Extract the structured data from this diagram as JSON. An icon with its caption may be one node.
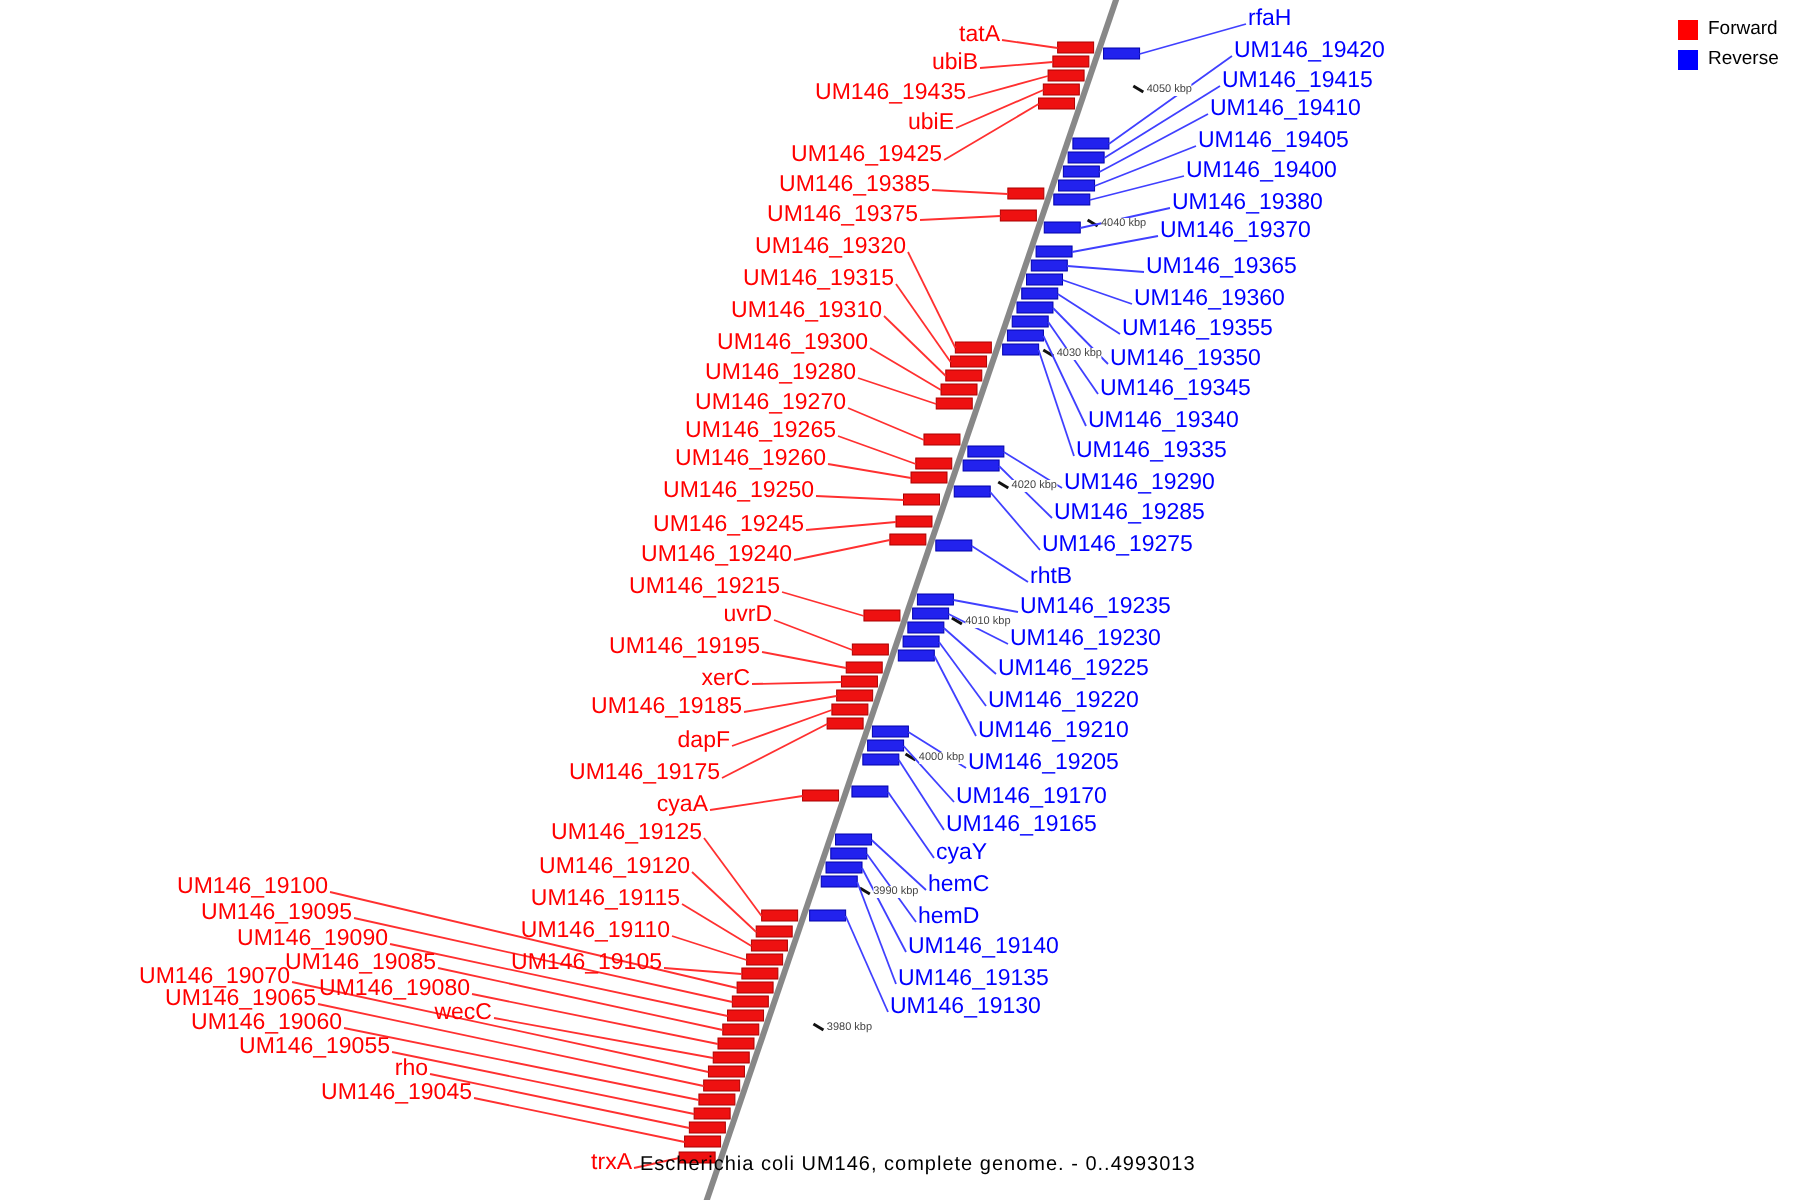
{
  "diagram": {
    "caption": "Escherichia coli UM146, complete genome. - 0..4993013",
    "nodes": [
      {
        "text": [
          "tatA"
        ]
      },
      {
        "text": [
          "ubiB"
        ]
      },
      {
        "text": [
          "UM146_19435"
        ]
      },
      {
        "text": [
          "ubiE"
        ]
      },
      {
        "text": [
          "UM146_19425"
        ]
      },
      {
        "text": [
          "UM146_19385"
        ]
      },
      {
        "text": [
          "UM146_19375"
        ]
      },
      {
        "text": [
          "UM146_19320"
        ]
      },
      {
        "text": [
          "UM146_19315"
        ]
      },
      {
        "text": [
          "UM146_19310"
        ]
      },
      {
        "text": [
          "UM146_19300"
        ]
      },
      {
        "text": [
          "UM146_19280"
        ]
      },
      {
        "text": [
          "UM146_19270"
        ]
      },
      {
        "text": [
          "UM146_19265"
        ]
      },
      {
        "text": [
          "UM146_19260"
        ]
      },
      {
        "text": [
          "UM146_19250"
        ]
      },
      {
        "text": [
          "UM146_19245"
        ]
      },
      {
        "text": [
          "UM146_19240"
        ]
      },
      {
        "text": [
          "UM146_19215"
        ]
      },
      {
        "text": [
          "uvrD"
        ]
      },
      {
        "text": [
          "UM146_19195"
        ]
      },
      {
        "text": [
          "xerC"
        ]
      },
      {
        "text": [
          "UM146_19185"
        ]
      },
      {
        "text": [
          "dapF"
        ]
      },
      {
        "text": [
          "UM146_19175"
        ]
      },
      {
        "text": [
          "cyaA"
        ]
      },
      {
        "text": [
          "UM146_19125"
        ]
      },
      {
        "text": [
          "UM146_19120"
        ]
      },
      {
        "text": [
          "UM146_19115"
        ]
      },
      {
        "text": [
          "UM146_19110"
        ]
      },
      {
        "text": [
          "UM146_19105"
        ]
      },
      {
        "text": [
          "UM146_19100"
        ]
      },
      {
        "text": [
          "UM146_19095"
        ]
      },
      {
        "text": [
          "UM146_19090"
        ]
      },
      {
        "text": [
          "UM146_19085"
        ]
      },
      {
        "text": [
          "UM146_19080"
        ]
      },
      {
        "text": [
          "wecC"
        ]
      },
      {
        "text": [
          "UM146_19070"
        ]
      },
      {
        "text": [
          "UM146_19065"
        ]
      },
      {
        "text": [
          "UM146_19060"
        ]
      },
      {
        "text": [
          "UM146_19055"
        ]
      },
      {
        "text": [
          "rho"
        ]
      },
      {
        "text": [
          "UM146_19045"
        ]
      },
      {
        "text": [
          "trxA"
        ]
      },
      {
        "text": [
          "rfaH"
        ]
      },
      {
        "text": [
          "UM146_19420"
        ]
      },
      {
        "text": [
          "UM146_19415"
        ]
      },
      {
        "text": [
          "UM146_19410"
        ]
      },
      {
        "text": [
          "UM146_19405"
        ]
      },
      {
        "text": [
          "UM146_19400"
        ]
      },
      {
        "text": [
          "UM146_19380"
        ]
      },
      {
        "text": [
          "UM146_19370"
        ]
      },
      {
        "text": [
          "UM146_19365"
        ]
      },
      {
        "text": [
          "UM146_19360"
        ]
      },
      {
        "text": [
          "UM146_19355"
        ]
      },
      {
        "text": [
          "UM146_19350"
        ]
      },
      {
        "text": [
          "UM146_19345"
        ]
      },
      {
        "text": [
          "UM146_19340"
        ]
      },
      {
        "text": [
          "UM146_19335"
        ]
      },
      {
        "text": [
          "UM146_19290"
        ]
      },
      {
        "text": [
          "UM146_19285"
        ]
      },
      {
        "text": [
          "UM146_19275"
        ]
      },
      {
        "text": [
          "rhtB"
        ]
      },
      {
        "text": [
          "UM146_19235"
        ]
      },
      {
        "text": [
          "UM146_19230"
        ]
      },
      {
        "text": [
          "UM146_19225"
        ]
      },
      {
        "text": [
          "UM146_19220"
        ]
      },
      {
        "text": [
          "UM146_19210"
        ]
      },
      {
        "text": [
          "UM146_19205"
        ]
      },
      {
        "text": [
          "UM146_19170"
        ]
      },
      {
        "text": [
          "UM146_19165"
        ]
      },
      {
        "text": [
          "cyaY"
        ]
      },
      {
        "text": [
          "hemC"
        ]
      },
      {
        "text": [
          "hemD"
        ]
      },
      {
        "text": [
          "UM146_19140"
        ]
      },
      {
        "text": [
          "UM146_19135"
        ]
      },
      {
        "text": [
          "UM146_19130"
        ]
      },
      {
        "text": [],
        "shape": "arrow"
      },
      {
        "text": [],
        "shape": "arrow"
      },
      {
        "text": [],
        "shape": "arrow"
      },
      {
        "text": [],
        "shape": "arrow"
      },
      {
        "text": [],
        "shape": "arrow"
      },
      {
        "text": [],
        "shape": "arrow"
      },
      {
        "text": [],
        "shape": "arrow"
      },
      {
        "text": [],
        "shape": "arrow"
      },
      {
        "text": [],
        "shape": "arrow"
      },
      {
        "text": [],
        "shape": "arrow"
      },
      {
        "text": [],
        "shape": "arrow"
      },
      {
        "text": [],
        "shape": "arrow"
      },
      {
        "text": [],
        "shape": "arrow"
      },
      {
        "text": [],
        "shape": "arrow"
      },
      {
        "text": [],
        "shape": "arrow"
      },
      {
        "text": [],
        "shape": "arrow"
      },
      {
        "text": [],
        "shape": "arrow"
      },
      {
        "text": [],
        "shape": "arrow"
      },
      {
        "text": [],
        "shape": "arrow"
      },
      {
        "text": [],
        "shape": "arrow"
      },
      {
        "text": [],
        "shape": "arrow"
      },
      {
        "text": [],
        "shape": "arrow"
      },
      {
        "text": [],
        "shape": "arrow"
      },
      {
        "text": [],
        "shape": "arrow"
      },
      {
        "text": [],
        "shape": "arrow"
      },
      {
        "text": [],
        "shape": "arrow"
      },
      {
        "text": [],
        "shape": "arrow"
      },
      {
        "text": [],
        "shape": "arrow"
      },
      {
        "text": [],
        "shape": "arrow"
      },
      {
        "text": [],
        "shape": "arrow"
      },
      {
        "text": [],
        "shape": "arrow"
      },
      {
        "text": [],
        "shape": "arrow"
      },
      {
        "text": [],
        "shape": "arrow"
      },
      {
        "text": [],
        "shape": "arrow"
      },
      {
        "text": [],
        "shape": "arrow"
      },
      {
        "text": [],
        "shape": "arrow"
      },
      {
        "text": [],
        "shape": "arrow"
      },
      {
        "text": [],
        "shape": "arrow"
      },
      {
        "text": [],
        "shape": "arrow"
      },
      {
        "text": [],
        "shape": "arrow"
      },
      {
        "text": [],
        "shape": "arrow"
      },
      {
        "text": [],
        "shape": "arrow"
      },
      {
        "text": [],
        "shape": "arrow"
      },
      {
        "text": [],
        "shape": "arrow"
      },
      {
        "text": [],
        "shape": "arrow"
      },
      {
        "text": [],
        "shape": "arrow"
      },
      {
        "text": [],
        "shape": "arrow"
      },
      {
        "text": [],
        "shape": "arrow"
      },
      {
        "text": [],
        "shape": "arrow"
      },
      {
        "text": [],
        "shape": "arrow"
      },
      {
        "text": [],
        "shape": "arrow"
      },
      {
        "text": [],
        "shape": "arrow"
      },
      {
        "text": [],
        "shape": "arrow"
      },
      {
        "text": [],
        "shape": "arrow"
      },
      {
        "text": [],
        "shape": "arrow"
      },
      {
        "text": [],
        "shape": "arrow"
      },
      {
        "text": [],
        "shape": "arrow"
      },
      {
        "text": [],
        "shape": "arrow"
      },
      {
        "text": [],
        "shape": "arrow"
      },
      {
        "text": [],
        "shape": "arrow"
      },
      {
        "text": [],
        "shape": "arrow"
      },
      {
        "text": [],
        "shape": "arrow"
      },
      {
        "text": [],
        "shape": "arrow"
      },
      {
        "text": [],
        "shape": "arrow"
      },
      {
        "text": [],
        "shape": "arrow"
      },
      {
        "text": [],
        "shape": "arrow"
      },
      {
        "text": [],
        "shape": "arrow"
      },
      {
        "text": [],
        "shape": "arrow"
      },
      {
        "text": [],
        "shape": "arrow"
      },
      {
        "text": [],
        "shape": "arrow"
      },
      {
        "text": [],
        "shape": "arrow"
      },
      {
        "text": [],
        "shape": "arrow"
      },
      {
        "text": [],
        "shape": "arrow"
      },
      {
        "text": [],
        "shape": "arrow"
      },
      {
        "text": [],
        "shape": "arrow"
      },
      {
        "text": [],
        "shape": "arrow"
      },
      {
        "text": [],
        "shape": "arrow"
      }
    ],
    "edges": [
      {
        "from": 0,
        "to": 77,
        "arrow": "none"
      },
      {
        "from": 1,
        "to": 78,
        "arrow": "none"
      },
      {
        "from": 2,
        "to": 79,
        "arrow": "none"
      },
      {
        "from": 3,
        "to": 80,
        "arrow": "none"
      },
      {
        "from": 4,
        "to": 81,
        "arrow": "none"
      },
      {
        "from": 5,
        "to": 82,
        "arrow": "none"
      },
      {
        "from": 6,
        "to": 83,
        "arrow": "none"
      },
      {
        "from": 7,
        "to": 84,
        "arrow": "none"
      },
      {
        "from": 8,
        "to": 85,
        "arrow": "none"
      },
      {
        "from": 9,
        "to": 86,
        "arrow": "none"
      },
      {
        "from": 10,
        "to": 87,
        "arrow": "none"
      },
      {
        "from": 11,
        "to": 88,
        "arrow": "none"
      },
      {
        "from": 12,
        "to": 89,
        "arrow": "none"
      },
      {
        "from": 13,
        "to": 90,
        "arrow": "none"
      },
      {
        "from": 14,
        "to": 91,
        "arrow": "none"
      },
      {
        "from": 15,
        "to": 92,
        "arrow": "none"
      },
      {
        "from": 16,
        "to": 93,
        "arrow": "none"
      },
      {
        "from": 17,
        "to": 94,
        "arrow": "none"
      },
      {
        "from": 18,
        "to": 95,
        "arrow": "none"
      },
      {
        "from": 19,
        "to": 96,
        "arrow": "none"
      },
      {
        "from": 20,
        "to": 97,
        "arrow": "none"
      },
      {
        "from": 21,
        "to": 98,
        "arrow": "none"
      },
      {
        "from": 22,
        "to": 99,
        "arrow": "none"
      },
      {
        "from": 23,
        "to": 100,
        "arrow": "none"
      },
      {
        "from": 24,
        "to": 101,
        "arrow": "none"
      },
      {
        "from": 25,
        "to": 102,
        "arrow": "none"
      },
      {
        "from": 26,
        "to": 103,
        "arrow": "none"
      },
      {
        "from": 27,
        "to": 104,
        "arrow": "none"
      },
      {
        "from": 28,
        "to": 105,
        "arrow": "none"
      },
      {
        "from": 29,
        "to": 106,
        "arrow": "none"
      },
      {
        "from": 30,
        "to": 107,
        "arrow": "none"
      },
      {
        "from": 31,
        "to": 108,
        "arrow": "none"
      },
      {
        "from": 32,
        "to": 109,
        "arrow": "none"
      },
      {
        "from": 33,
        "to": 110,
        "arrow": "none"
      },
      {
        "from": 34,
        "to": 111,
        "arrow": "none"
      },
      {
        "from": 35,
        "to": 112,
        "arrow": "none"
      },
      {
        "from": 36,
        "to": 113,
        "arrow": "none"
      },
      {
        "from": 37,
        "to": 114,
        "arrow": "none"
      },
      {
        "from": 38,
        "to": 115,
        "arrow": "none"
      },
      {
        "from": 39,
        "to": 116,
        "arrow": "none"
      },
      {
        "from": 40,
        "to": 117,
        "arrow": "none"
      },
      {
        "from": 41,
        "to": 118,
        "arrow": "none"
      },
      {
        "from": 42,
        "to": 119,
        "arrow": "none"
      },
      {
        "from": 43,
        "to": 120,
        "arrow": "none"
      },
      {
        "from": 44,
        "to": 121,
        "arrow": "none",
        "color": "#4040ff"
      },
      {
        "from": 45,
        "to": 122,
        "arrow": "none",
        "color": "#4040ff"
      },
      {
        "from": 46,
        "to": 123,
        "arrow": "none",
        "color": "#4040ff"
      },
      {
        "from": 47,
        "to": 124,
        "arrow": "none",
        "color": "#4040ff"
      },
      {
        "from": 48,
        "to": 125,
        "arrow": "none",
        "color": "#4040ff"
      },
      {
        "from": 49,
        "to": 126,
        "arrow": "none",
        "color": "#4040ff"
      },
      {
        "from": 50,
        "to": 127,
        "arrow": "none",
        "color": "#4040ff"
      },
      {
        "from": 51,
        "to": 128,
        "arrow": "none",
        "color": "#4040ff"
      },
      {
        "from": 52,
        "to": 129,
        "arrow": "none",
        "color": "#4040ff"
      },
      {
        "from": 53,
        "to": 130,
        "arrow": "none",
        "color": "#4040ff"
      },
      {
        "from": 54,
        "to": 131,
        "arrow": "none",
        "color": "#4040ff"
      },
      {
        "from": 55,
        "to": 132,
        "arrow": "none",
        "color": "#4040ff"
      },
      {
        "from": 56,
        "to": 133,
        "arrow": "none",
        "color": "#4040ff"
      },
      {
        "from": 57,
        "to": 134,
        "arrow": "none",
        "color": "#4040ff"
      },
      {
        "from": 58,
        "to": 135,
        "arrow": "none",
        "color": "#4040ff"
      },
      {
        "from": 59,
        "to": 136,
        "arrow": "none",
        "color": "#4040ff"
      },
      {
        "from": 60,
        "to": 137,
        "arrow": "none",
        "color": "#4040ff"
      },
      {
        "from": 61,
        "to": 138,
        "arrow": "none",
        "color": "#4040ff"
      },
      {
        "from": 62,
        "to": 139,
        "arrow": "none",
        "color": "#4040ff"
      },
      {
        "from": 63,
        "to": 140,
        "arrow": "none",
        "color": "#4040ff"
      },
      {
        "from": 64,
        "to": 141,
        "arrow": "none",
        "color": "#4040ff"
      },
      {
        "from": 65,
        "to": 142,
        "arrow": "none",
        "color": "#4040ff"
      },
      {
        "from": 66,
        "to": 143,
        "arrow": "none",
        "color": "#4040ff"
      },
      {
        "from": 67,
        "to": 144,
        "arrow": "none",
        "color": "#4040ff"
      },
      {
        "from": 68,
        "to": 145,
        "arrow": "none",
        "color": "#4040ff"
      },
      {
        "from": 69,
        "to": 146,
        "arrow": "none",
        "color": "#4040ff"
      },
      {
        "from": 70,
        "to": 147,
        "arrow": "none",
        "color": "#4040ff"
      },
      {
        "from": 71,
        "to": 148,
        "arrow": "none",
        "color": "#4040ff"
      },
      {
        "from": 72,
        "to": 149,
        "arrow": "none",
        "color": "#4040ff"
      },
      {
        "from": 73,
        "to": 150,
        "arrow": "none",
        "color": "#4040ff"
      },
      {
        "from": 74,
        "to": 151,
        "arrow": "none",
        "color": "#4040ff"
      },
      {
        "from": 75,
        "to": 152,
        "arrow": "none",
        "color": "#4040ff"
      },
      {
        "from": 76,
        "to": 153,
        "arrow": "none",
        "color": "#4040ff"
      }
    ],
    "labels": [
      "4050 kbp",
      "4040 kbp",
      "4030 kbp",
      "4020 kbp",
      "4010 kbp",
      "4000 kbp",
      "3990 kbp",
      "3980 kbp"
    ],
    "legend": [
      {
        "text": "Forward",
        "color": "#ff0000"
      },
      {
        "text": "Reverse",
        "color": "#0000ff"
      }
    ]
  }
}
